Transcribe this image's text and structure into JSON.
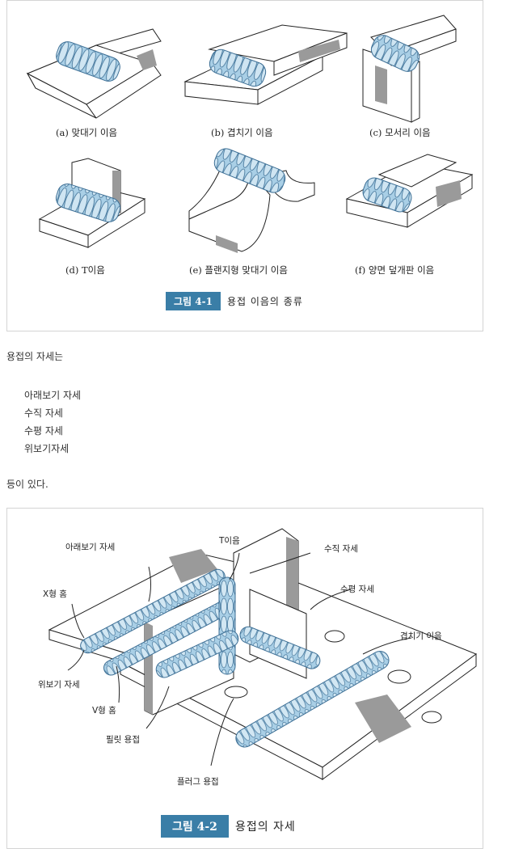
{
  "figure1": {
    "captions": {
      "a": "(a) 맞대기 이음",
      "b": "(b) 겹치기 이음",
      "c": "(c) 모서리 이음",
      "d": "(d) T이음",
      "e": "(e) 플랜지형 맞대기 이음",
      "f": "(f) 양면 덮개판 이음"
    },
    "tag": "그림 4-1",
    "title": "용접 이음의 종류"
  },
  "text": {
    "intro": "용접의 자세는",
    "positions": [
      "아래보기 자세",
      "수직 자세",
      "수평 자세",
      "위보기자세"
    ],
    "outro": "등이 있다."
  },
  "figure2": {
    "callouts": {
      "flat": "아래보기 자세",
      "t_joint": "T이음",
      "vertical": "수직 자세",
      "x_groove": "X형 홈",
      "horizontal": "수평 자세",
      "lap": "겹치기 이음",
      "overhead": "위보기 자세",
      "v_groove": "V형 홈",
      "fillet": "필릿 용접",
      "plug": "플러그 용접"
    },
    "tag": "그림 4-2",
    "title": "용접의 자세"
  },
  "colors": {
    "accent": "#3a7ea7",
    "weld": "#a9cfe6",
    "weld_dark": "#5b93bd",
    "shade": "#9a9a9a"
  }
}
